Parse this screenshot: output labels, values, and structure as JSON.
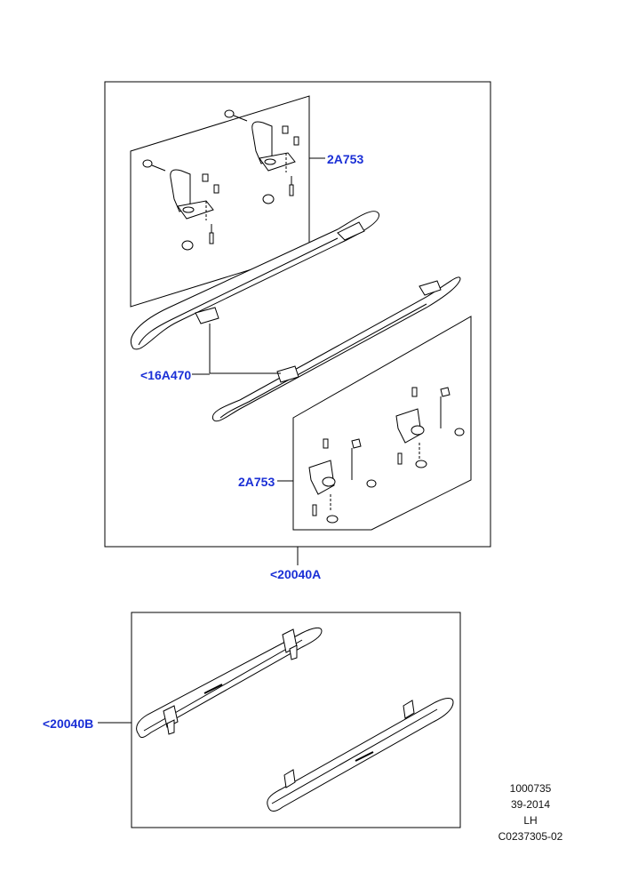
{
  "callouts": {
    "upper_bracket_label": "2A753",
    "rail_label": "<16A470",
    "lower_bracket_label": "2A753",
    "kit_a_label": "<20040A",
    "kit_b_label": "<20040B"
  },
  "footer": {
    "ref_number": "1000735",
    "date_code": "39-2014",
    "side": "LH",
    "drawing_code": "C0237305-02"
  },
  "colors": {
    "callout_text": "#1a2fd6",
    "line": "#000000"
  }
}
